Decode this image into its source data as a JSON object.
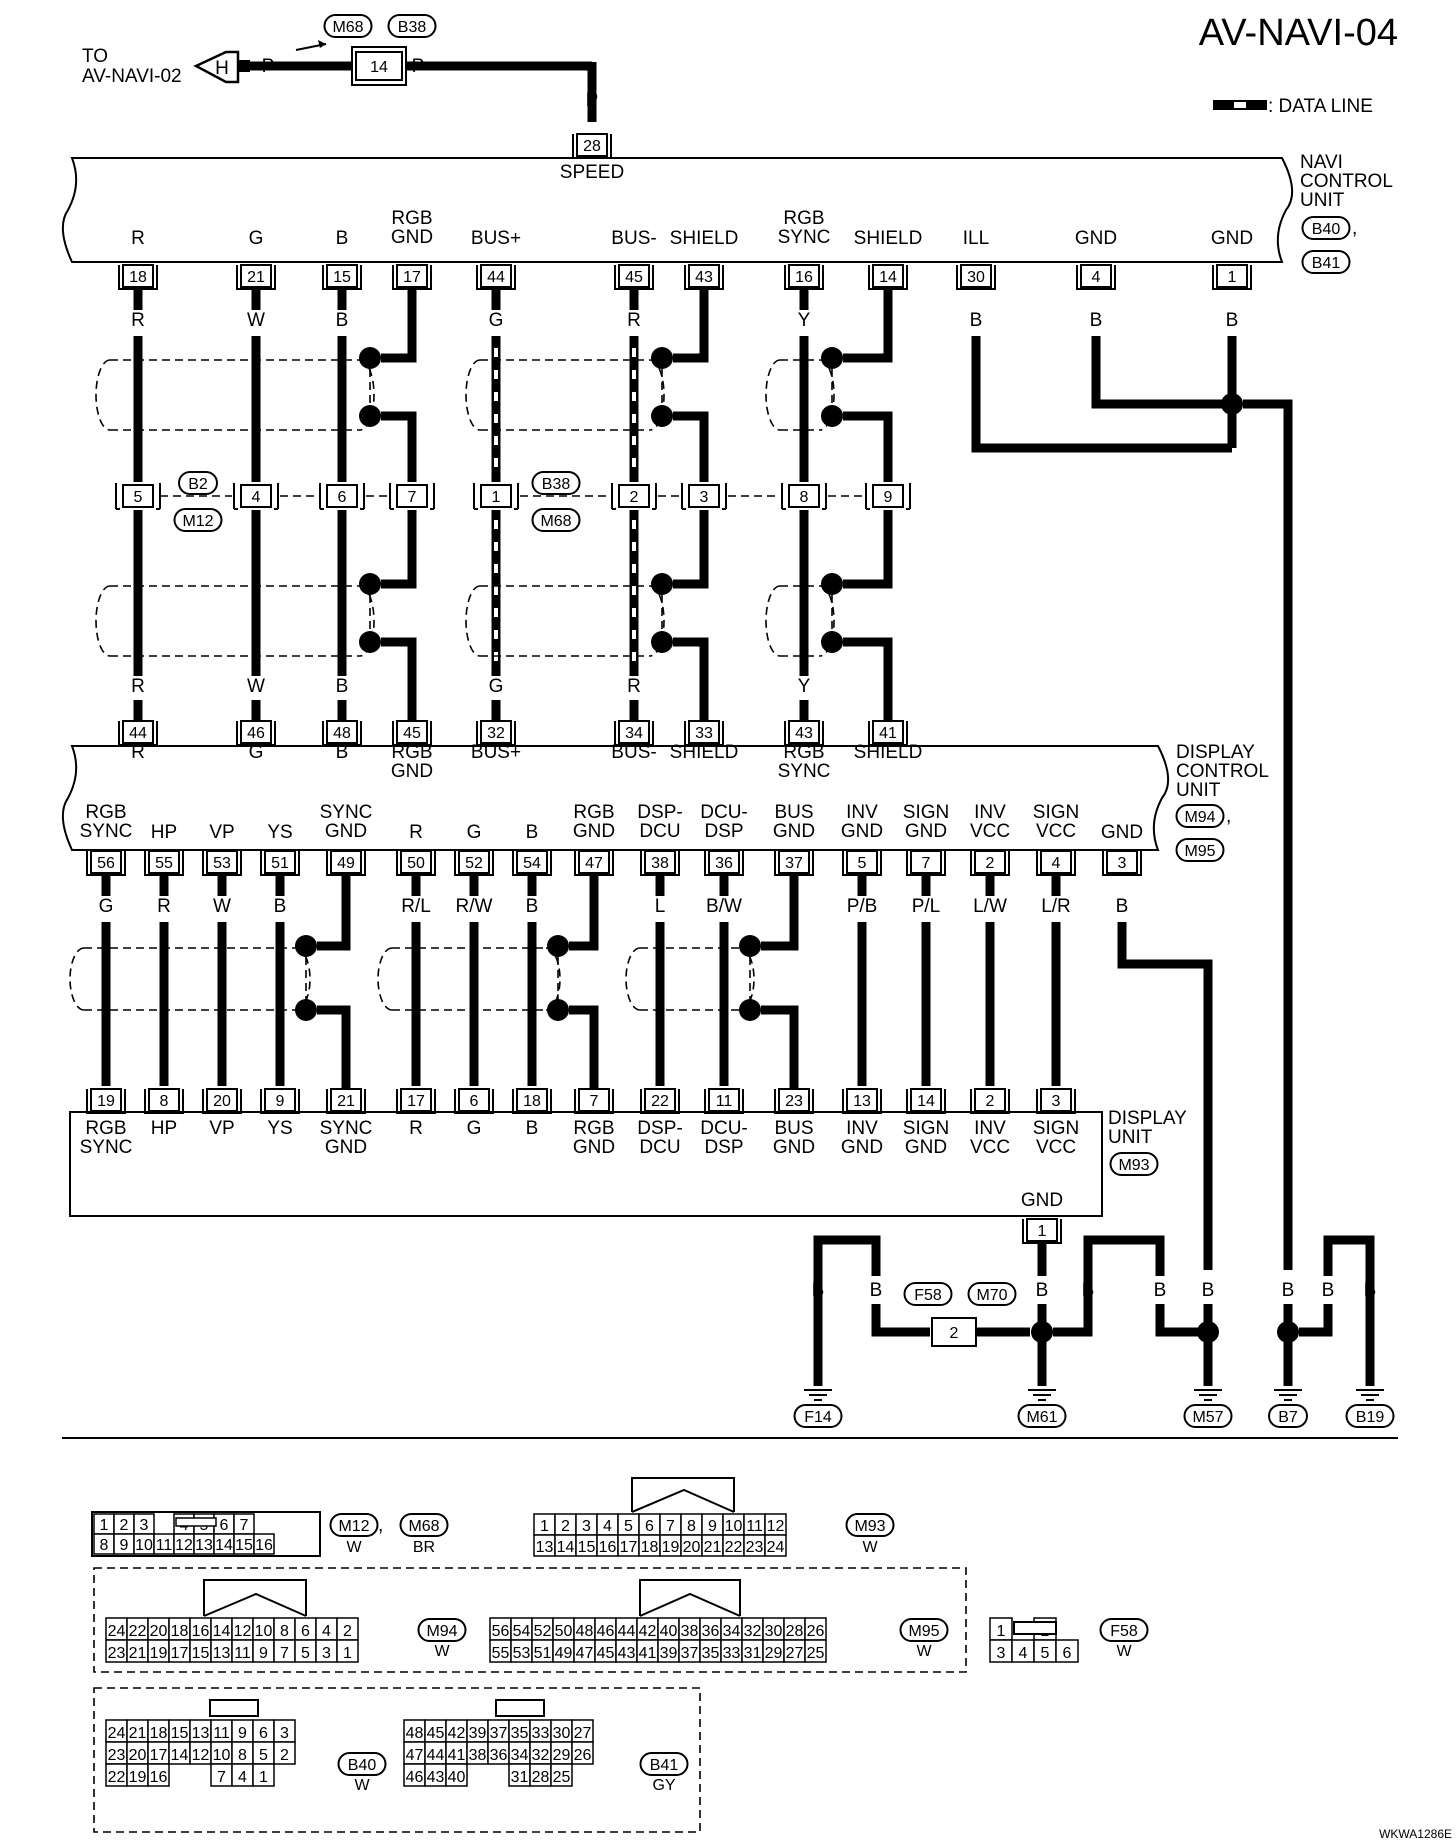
{
  "page_title": "AV-NAVI-04",
  "legend_data_line": ": DATA LINE",
  "footer_code": "WKWA1286E",
  "to_ref": {
    "line1": "TO",
    "line2": "AV-NAVI-02",
    "arrow_letter": "H"
  },
  "top_connector": {
    "refs": [
      "M68",
      "B38"
    ],
    "pin": "14",
    "color": "P",
    "speed_pin": "28",
    "speed_label": "SPEED"
  },
  "navi_unit": {
    "title": [
      "NAVI",
      "CONTROL",
      "UNIT"
    ],
    "conn": [
      "B40",
      "B41"
    ]
  },
  "display_control_unit": {
    "title": [
      "DISPLAY",
      "CONTROL",
      "UNIT"
    ],
    "conn": [
      "M94",
      "M95"
    ]
  },
  "display_unit": {
    "title": [
      "DISPLAY",
      "UNIT"
    ],
    "conn": "M93",
    "gnd_label": "GND",
    "gnd_pin": "1"
  },
  "upper_circuits": [
    {
      "top_label": [
        "R"
      ],
      "top_pin": "18",
      "color_top": "R",
      "joint": "5",
      "bottom_pin": "44",
      "color_bottom": "R",
      "bottom_label": [
        "R"
      ]
    },
    {
      "top_label": [
        "G"
      ],
      "top_pin": "21",
      "color_top": "W",
      "joint": "4",
      "bottom_pin": "46",
      "color_bottom": "W",
      "bottom_label": [
        "G"
      ]
    },
    {
      "top_label": [
        "B"
      ],
      "top_pin": "15",
      "color_top": "B",
      "joint": "6",
      "bottom_pin": "48",
      "color_bottom": "B",
      "bottom_label": [
        "B"
      ]
    },
    {
      "top_label": [
        "RGB",
        "GND"
      ],
      "top_pin": "17",
      "color_top": "",
      "joint": "7",
      "bottom_pin": "45",
      "color_bottom": "",
      "bottom_label": [
        "RGB",
        "GND"
      ]
    },
    {
      "top_label": [
        "BUS+"
      ],
      "top_pin": "44",
      "color_top": "G",
      "joint": "1",
      "bottom_pin": "32",
      "color_bottom": "G",
      "bottom_label": [
        "BUS+"
      ]
    },
    {
      "top_label": [
        "BUS-"
      ],
      "top_pin": "45",
      "color_top": "R",
      "joint": "2",
      "bottom_pin": "34",
      "color_bottom": "R",
      "bottom_label": [
        "BUS-"
      ]
    },
    {
      "top_label": [
        "SHIELD"
      ],
      "top_pin": "43",
      "color_top": "",
      "joint": "3",
      "bottom_pin": "33",
      "color_bottom": "",
      "bottom_label": [
        "SHIELD"
      ]
    },
    {
      "top_label": [
        "RGB",
        "SYNC"
      ],
      "top_pin": "16",
      "color_top": "Y",
      "joint": "8",
      "bottom_pin": "43",
      "color_bottom": "Y",
      "bottom_label": [
        "RGB",
        "SYNC"
      ]
    },
    {
      "top_label": [
        "SHIELD"
      ],
      "top_pin": "14",
      "color_top": "",
      "joint": "9",
      "bottom_pin": "41",
      "color_bottom": "",
      "bottom_label": [
        "SHIELD"
      ]
    }
  ],
  "joint_refs": [
    {
      "top": "B2",
      "bottom": "M12"
    },
    {
      "top": "B38",
      "bottom": "M68"
    }
  ],
  "navi_ground_circuits": [
    {
      "label": "ILL",
      "pin": "30",
      "color": "B"
    },
    {
      "label": "GND",
      "pin": "4",
      "color": "B"
    },
    {
      "label": "GND",
      "pin": "1",
      "color": "B"
    }
  ],
  "lower_circuits": [
    {
      "top_label": [
        "RGB",
        "SYNC"
      ],
      "top_pin": "56",
      "color": "G",
      "bottom_pin": "19",
      "bottom_label": [
        "RGB",
        "SYNC"
      ]
    },
    {
      "top_label": [
        "HP"
      ],
      "top_pin": "55",
      "color": "R",
      "bottom_pin": "8",
      "bottom_label": [
        "HP"
      ]
    },
    {
      "top_label": [
        "VP"
      ],
      "top_pin": "53",
      "color": "W",
      "bottom_pin": "20",
      "bottom_label": [
        "VP"
      ]
    },
    {
      "top_label": [
        "YS"
      ],
      "top_pin": "51",
      "color": "B",
      "bottom_pin": "9",
      "bottom_label": [
        "YS"
      ]
    },
    {
      "top_label": [
        "SYNC",
        "GND"
      ],
      "top_pin": "49",
      "color": "",
      "bottom_pin": "21",
      "bottom_label": [
        "SYNC",
        "GND"
      ]
    },
    {
      "top_label": [
        "R"
      ],
      "top_pin": "50",
      "color": "R/L",
      "bottom_pin": "17",
      "bottom_label": [
        "R"
      ]
    },
    {
      "top_label": [
        "G"
      ],
      "top_pin": "52",
      "color": "R/W",
      "bottom_pin": "6",
      "bottom_label": [
        "G"
      ]
    },
    {
      "top_label": [
        "B"
      ],
      "top_pin": "54",
      "color": "B",
      "bottom_pin": "18",
      "bottom_label": [
        "B"
      ]
    },
    {
      "top_label": [
        "RGB",
        "GND"
      ],
      "top_pin": "47",
      "color": "",
      "bottom_pin": "7",
      "bottom_label": [
        "RGB",
        "GND"
      ]
    },
    {
      "top_label": [
        "DSP-",
        "DCU"
      ],
      "top_pin": "38",
      "color": "L",
      "bottom_pin": "22",
      "bottom_label": [
        "DSP-",
        "DCU"
      ]
    },
    {
      "top_label": [
        "DCU-",
        "DSP"
      ],
      "top_pin": "36",
      "color": "B/W",
      "bottom_pin": "11",
      "bottom_label": [
        "DCU-",
        "DSP"
      ]
    },
    {
      "top_label": [
        "BUS",
        "GND"
      ],
      "top_pin": "37",
      "color": "",
      "bottom_pin": "23",
      "bottom_label": [
        "BUS",
        "GND"
      ]
    },
    {
      "top_label": [
        "INV",
        "GND"
      ],
      "top_pin": "5",
      "color": "P/B",
      "bottom_pin": "13",
      "bottom_label": [
        "INV",
        "GND"
      ]
    },
    {
      "top_label": [
        "SIGN",
        "GND"
      ],
      "top_pin": "7",
      "color": "P/L",
      "bottom_pin": "14",
      "bottom_label": [
        "SIGN",
        "GND"
      ]
    },
    {
      "top_label": [
        "INV",
        "VCC"
      ],
      "top_pin": "2",
      "color": "L/W",
      "bottom_pin": "2",
      "bottom_label": [
        "INV",
        "VCC"
      ]
    },
    {
      "top_label": [
        "SIGN",
        "VCC"
      ],
      "top_pin": "4",
      "color": "L/R",
      "bottom_pin": "3",
      "bottom_label": [
        "SIGN",
        "VCC"
      ]
    },
    {
      "top_label": [
        "GND"
      ],
      "top_pin": "3",
      "color": "B",
      "bottom_pin": "",
      "bottom_label": []
    }
  ],
  "ground_points": [
    "F14",
    "M61",
    "M57",
    "B7",
    "B19"
  ],
  "ground_wire_color": "B",
  "inline_connector": {
    "refs": [
      "F58",
      "M70"
    ],
    "pin": "2"
  },
  "connector_faces": [
    {
      "name": "M12",
      "name2": "M68",
      "color": "W",
      "color2": "BR",
      "rows": [
        [
          "1",
          "2",
          "3",
          "",
          "4",
          "5",
          "6",
          "7"
        ],
        [
          "8",
          "9",
          "10",
          "11",
          "12",
          "13",
          "14",
          "15",
          "16"
        ]
      ]
    },
    {
      "name": "M93",
      "color": "W",
      "rows": [
        [
          "1",
          "2",
          "3",
          "4",
          "5",
          "6",
          "7",
          "8",
          "9",
          "10",
          "11",
          "12"
        ],
        [
          "13",
          "14",
          "15",
          "16",
          "17",
          "18",
          "19",
          "20",
          "21",
          "22",
          "23",
          "24"
        ]
      ]
    },
    {
      "name": "M94",
      "color": "W",
      "rows": [
        [
          "24",
          "22",
          "20",
          "18",
          "16",
          "14",
          "12",
          "10",
          "8",
          "6",
          "4",
          "2"
        ],
        [
          "23",
          "21",
          "19",
          "17",
          "15",
          "13",
          "11",
          "9",
          "7",
          "5",
          "3",
          "1"
        ]
      ]
    },
    {
      "name": "M95",
      "color": "W",
      "rows": [
        [
          "56",
          "54",
          "52",
          "50",
          "48",
          "46",
          "44",
          "42",
          "40",
          "38",
          "36",
          "34",
          "32",
          "30",
          "28",
          "26"
        ],
        [
          "55",
          "53",
          "51",
          "49",
          "47",
          "45",
          "43",
          "41",
          "39",
          "37",
          "35",
          "33",
          "31",
          "29",
          "27",
          "25"
        ]
      ]
    },
    {
      "name": "F58",
      "color": "W",
      "rows": [
        [
          "1",
          "",
          "2"
        ],
        [
          "3",
          "4",
          "5",
          "6"
        ]
      ]
    },
    {
      "name": "B40",
      "color": "W",
      "rows": [
        [
          "24",
          "21",
          "18",
          "15",
          "13",
          "11",
          "9",
          "6",
          "3"
        ],
        [
          "23",
          "20",
          "17",
          "14",
          "12",
          "10",
          "8",
          "5",
          "2"
        ],
        [
          "22",
          "19",
          "16",
          "",
          "",
          "7",
          "4",
          "1"
        ]
      ]
    },
    {
      "name": "B41",
      "color": "GY",
      "rows": [
        [
          "48",
          "45",
          "42",
          "39",
          "37",
          "35",
          "33",
          "30",
          "27"
        ],
        [
          "47",
          "44",
          "41",
          "38",
          "36",
          "34",
          "32",
          "29",
          "26"
        ],
        [
          "46",
          "43",
          "40",
          "",
          "",
          "31",
          "28",
          "25"
        ]
      ]
    }
  ]
}
